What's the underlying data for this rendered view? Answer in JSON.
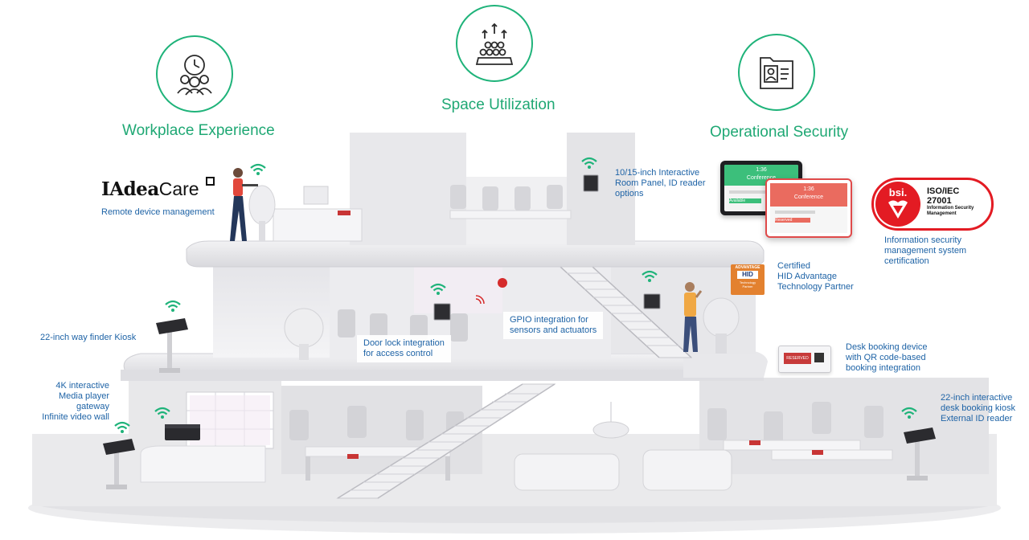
{
  "pillars": [
    {
      "title": "Workplace Experience",
      "icon": "clock-people-icon"
    },
    {
      "title": "Space Utilization",
      "icon": "crowd-arrows-icon"
    },
    {
      "title": "Operational Security",
      "icon": "id-badge-icon"
    }
  ],
  "brand": {
    "name_a": "IAdea",
    "name_b": "Care",
    "tagline": "Remote device management"
  },
  "labels": {
    "room_panel": "10/15-inch Interactive\nRoom Panel, ID reader\noptions",
    "iso_cert": "Information security\nmanagement system\ncertification",
    "hid_partner": "Certified\nHID Advantage\nTechnology Partner",
    "way_finder": "22-inch way finder Kiosk",
    "door_lock": "Door lock integration\nfor access control",
    "gpio": "GPIO integration for\nsensors and actuators",
    "desk_booking_device": "Desk booking device\nwith QR code-based\nbooking integration",
    "media_player": "4K interactive\nMedia player\ngateway\nInfinite video wall",
    "kiosk_right": "22-inch interactive\ndesk booking kiosk\nExternal ID reader"
  },
  "iso_badge": {
    "brand": "bsi.",
    "line1": "ISO/IEC",
    "line2": "27001",
    "line3": "Information Security\nManagement"
  },
  "hid_badge": {
    "top": "ADVANTAGE",
    "mid": "HID",
    "bottom": "Technology\nPartner"
  },
  "panel_screens": {
    "time": "1:36",
    "room": "Conference",
    "status_free": "Available",
    "status_busy": "Reserved"
  },
  "desk_device": {
    "text": "RESERVED"
  },
  "colors": {
    "accent_green": "#1fb37a",
    "label_blue": "#1e63a6",
    "bsi_red": "#e31b23",
    "building": "#e6e6e8"
  }
}
